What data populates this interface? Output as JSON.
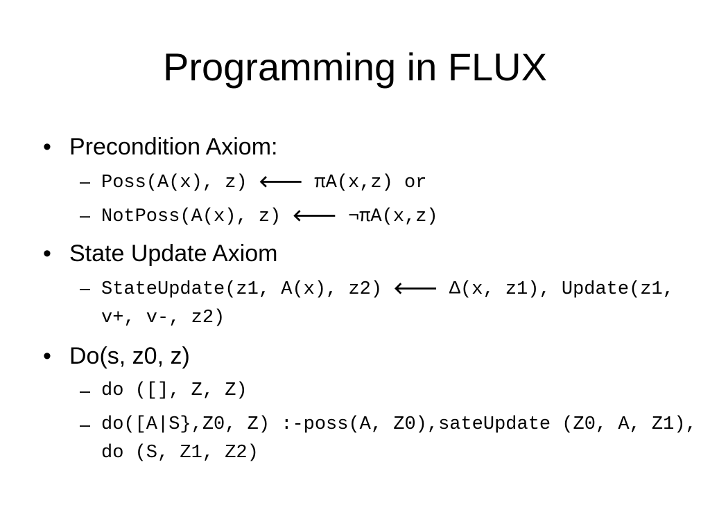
{
  "slide": {
    "title": "Programming in FLUX",
    "bullet_glyph": "•",
    "dash_glyph": "–",
    "arrow_glyph": "🡐",
    "items": [
      {
        "label": "Precondition Axiom:",
        "subitems": [
          {
            "before": "Poss(A(x), z) ",
            "after": " πA(x,z) or"
          },
          {
            "before": "NotPoss(A(x), z) ",
            "after": " ¬πA(x,z)"
          }
        ]
      },
      {
        "label": "State Update Axiom",
        "subitems": [
          {
            "before": "StateUpdate(z1, A(x), z2) ",
            "after": " Δ(x, z1), Update(z1, v+, v-, z2)"
          }
        ]
      },
      {
        "label": "Do(s, z0, z)",
        "subitems": [
          {
            "text": "do ([], Z, Z)"
          },
          {
            "text": "do([A|S},Z0, Z) :-poss(A, Z0),sateUpdate (Z0, A, Z1), do (S, Z1, Z2)"
          }
        ]
      }
    ]
  }
}
